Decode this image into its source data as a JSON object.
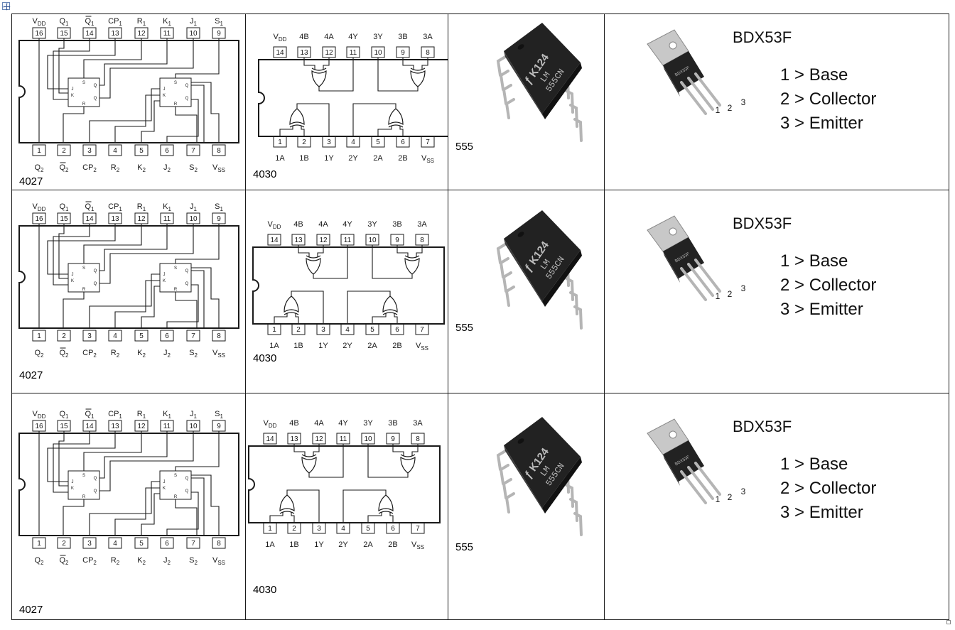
{
  "ic_4027": {
    "name": "4027",
    "top_pins": [
      {
        "num": "16",
        "label": "V",
        "sub": "DD",
        "bar": false
      },
      {
        "num": "15",
        "label": "Q",
        "sub": "1",
        "bar": false
      },
      {
        "num": "14",
        "label": "Q",
        "sub": "1",
        "bar": true
      },
      {
        "num": "13",
        "label": "CP",
        "sub": "1",
        "bar": false
      },
      {
        "num": "12",
        "label": "R",
        "sub": "1",
        "bar": false
      },
      {
        "num": "11",
        "label": "K",
        "sub": "1",
        "bar": false
      },
      {
        "num": "10",
        "label": "J",
        "sub": "1",
        "bar": false
      },
      {
        "num": "9",
        "label": "S",
        "sub": "1",
        "bar": false
      }
    ],
    "bottom_pins": [
      {
        "num": "1",
        "label": "Q",
        "sub": "2",
        "bar": false
      },
      {
        "num": "2",
        "label": "Q",
        "sub": "2",
        "bar": true
      },
      {
        "num": "3",
        "label": "CP",
        "sub": "2",
        "bar": false
      },
      {
        "num": "4",
        "label": "R",
        "sub": "2",
        "bar": false
      },
      {
        "num": "5",
        "label": "K",
        "sub": "2",
        "bar": false
      },
      {
        "num": "6",
        "label": "J",
        "sub": "2",
        "bar": false
      },
      {
        "num": "7",
        "label": "S",
        "sub": "2",
        "bar": false
      },
      {
        "num": "8",
        "label": "V",
        "sub": "SS",
        "bar": false
      }
    ],
    "ff_labels": {
      "s": "S",
      "j": "J",
      "k": "K",
      "r": "R",
      "q": "Q",
      "qbar": "Q"
    }
  },
  "ic_4030": {
    "name": "4030",
    "top_pins": [
      {
        "num": "14",
        "label": "V",
        "sub": "DD"
      },
      {
        "num": "13",
        "label": "4B",
        "sub": ""
      },
      {
        "num": "12",
        "label": "4A",
        "sub": ""
      },
      {
        "num": "11",
        "label": "4Y",
        "sub": ""
      },
      {
        "num": "10",
        "label": "3Y",
        "sub": ""
      },
      {
        "num": "9",
        "label": "3B",
        "sub": ""
      },
      {
        "num": "8",
        "label": "3A",
        "sub": ""
      }
    ],
    "bottom_pins": [
      {
        "num": "1",
        "label": "1A",
        "sub": ""
      },
      {
        "num": "2",
        "label": "1B",
        "sub": ""
      },
      {
        "num": "3",
        "label": "1Y",
        "sub": ""
      },
      {
        "num": "4",
        "label": "2Y",
        "sub": ""
      },
      {
        "num": "5",
        "label": "2A",
        "sub": ""
      },
      {
        "num": "6",
        "label": "2B",
        "sub": ""
      },
      {
        "num": "7",
        "label": "V",
        "sub": "SS"
      }
    ]
  },
  "ic_555": {
    "name": "555",
    "chip_marking": {
      "brand": "ƒ",
      "line1": "LM",
      "line2": "555CN",
      "code": "K124"
    }
  },
  "transistor": {
    "title": "BDX53F",
    "pin_numbers": [
      "1",
      "2",
      "3"
    ],
    "package_marking": "BDX53F",
    "pins": [
      "1 > Base",
      "2 > Collector",
      "3 > Emitter"
    ]
  },
  "rows": [
    {
      "caption_4027": "4027",
      "caption_4030": "4030",
      "caption_555": "555"
    },
    {
      "caption_4027": "4027",
      "caption_4030": "4030",
      "caption_555": "555"
    },
    {
      "caption_4027": "4027",
      "caption_4030": "4030",
      "caption_555": "555"
    }
  ],
  "colors": {
    "line": "#1a1a1a",
    "chip_body": "#222222",
    "tab": "#c8c8c8",
    "legs": "#b5b5b5"
  }
}
